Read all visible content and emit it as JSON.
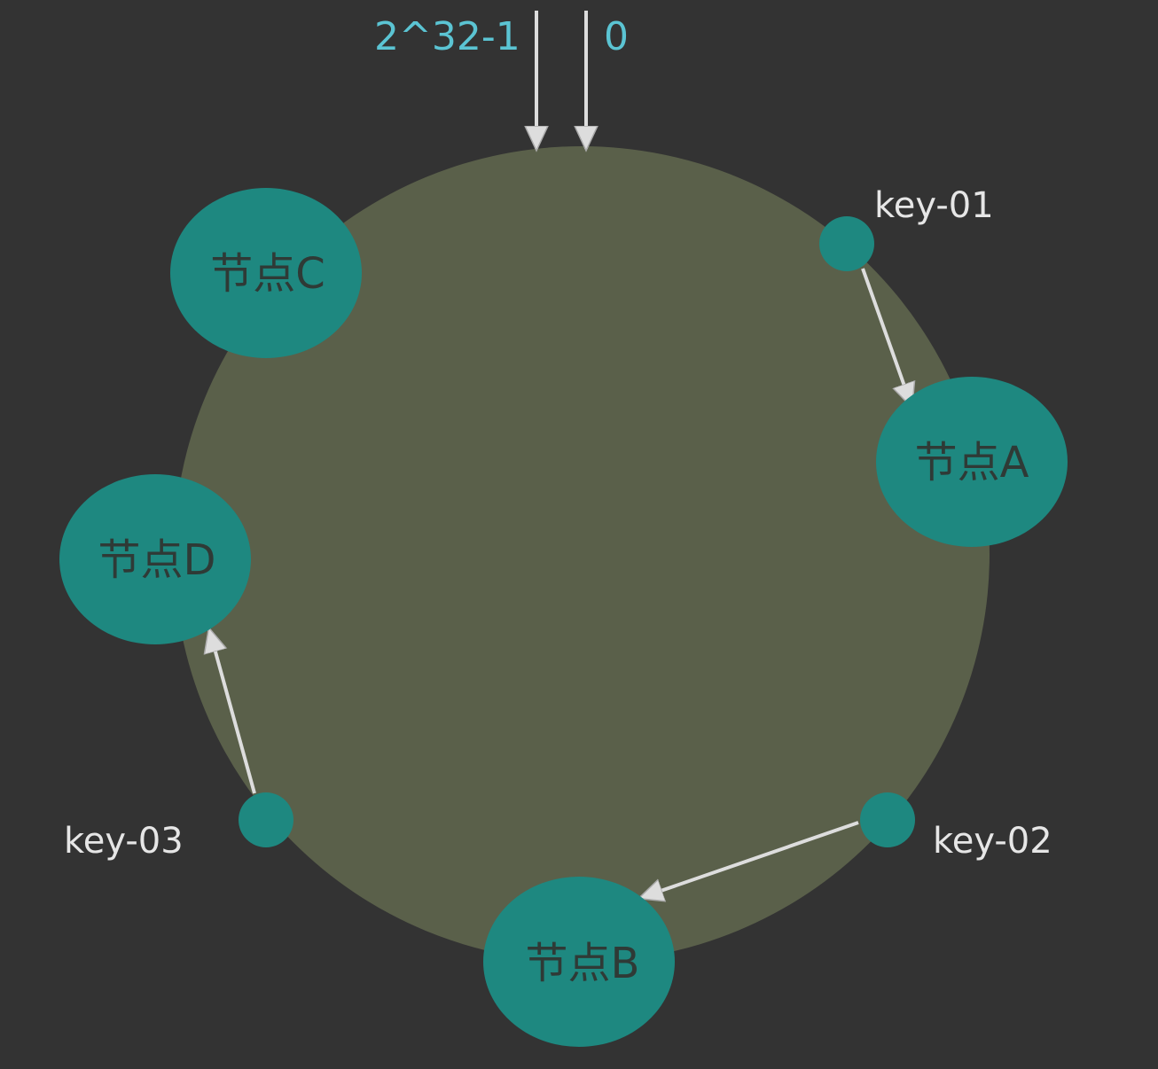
{
  "colors": {
    "background": "#333333",
    "ring": "#5a604a",
    "node": "#1e8880",
    "marker_text": "#5bc4d3",
    "key_text": "#e6e6e6",
    "arrow": "#dddddd"
  },
  "markers": {
    "max_label": "2^32-1",
    "zero_label": "0"
  },
  "nodes": {
    "a": {
      "label": "节点A"
    },
    "b": {
      "label": "节点B"
    },
    "c": {
      "label": "节点C"
    },
    "d": {
      "label": "节点D"
    }
  },
  "keys": {
    "k1": {
      "label": "key-01"
    },
    "k2": {
      "label": "key-02"
    },
    "k3": {
      "label": "key-03"
    }
  }
}
